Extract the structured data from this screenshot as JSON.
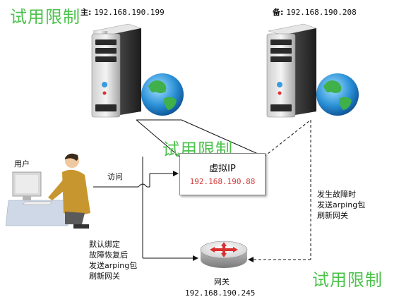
{
  "watermarks": [
    "试用限制",
    "试用限制",
    "试用限制"
  ],
  "primary_server": {
    "prefix": "主:",
    "ip": "192.168.190.199"
  },
  "backup_server": {
    "prefix": "备:",
    "ip": "192.168.190.208"
  },
  "virtual_ip": {
    "title": "虚拟IP",
    "ip": "192.168.190.88",
    "ip_color": "#d63a3a"
  },
  "user": {
    "label": "用户"
  },
  "access_label": "访问",
  "default_binding_note": "默认绑定\n故障恢复后\n发送arping包\n刷新网关",
  "failover_note": "发生故障时\n发送arping包\n刷新网关",
  "gateway": {
    "label": "网关",
    "ip": "192.168.190.245"
  },
  "colors": {
    "watermark": "#4cc24c",
    "vip_ip": "#d63a3a",
    "gateway_arrows": "#d93030"
  }
}
